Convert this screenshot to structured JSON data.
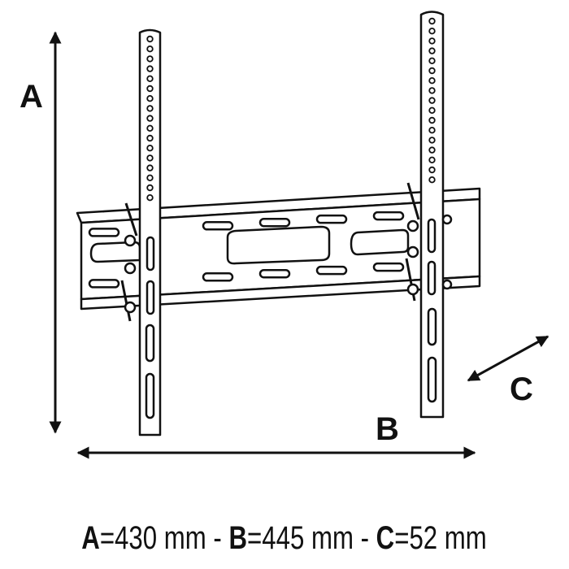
{
  "labels": {
    "a": "A",
    "b": "B",
    "c": "C"
  },
  "caption": {
    "a_letter": "A",
    "a_value": "=430 mm",
    "sep1": " - ",
    "b_letter": "B",
    "b_value": "=445 mm",
    "sep2": " - ",
    "c_letter": "C",
    "c_value": "=52 mm"
  },
  "colors": {
    "line": "#111111",
    "background": "#ffffff"
  }
}
